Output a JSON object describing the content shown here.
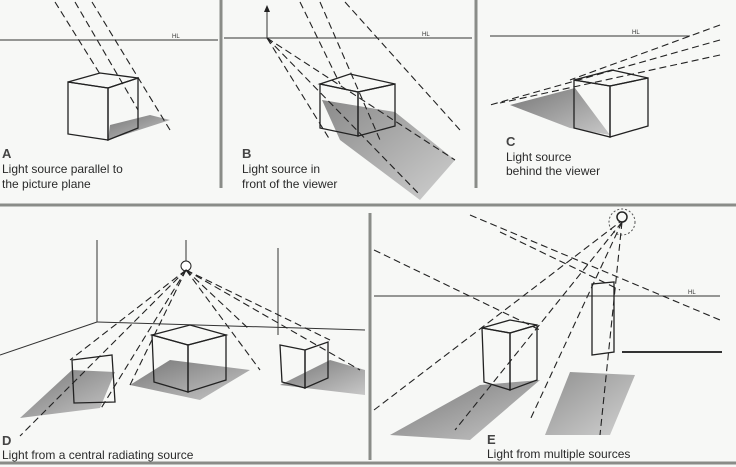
{
  "horizon_label": "HL",
  "panels": {
    "a": {
      "letter": "A",
      "line1": "Light source parallel to",
      "line2": "the picture plane"
    },
    "b": {
      "letter": "B",
      "line1": "Light source in",
      "line2": "front of the viewer"
    },
    "c": {
      "letter": "C",
      "line1": "Light source",
      "line2": "behind the viewer"
    },
    "d": {
      "letter": "D",
      "line1": "Light from a central radiating source"
    },
    "e": {
      "letter": "E",
      "line1": "Light from multiple sources"
    }
  },
  "colors": {
    "background": "#f7f8f6",
    "divider": "#8a8c88",
    "shadow": "#9a9a9a"
  }
}
